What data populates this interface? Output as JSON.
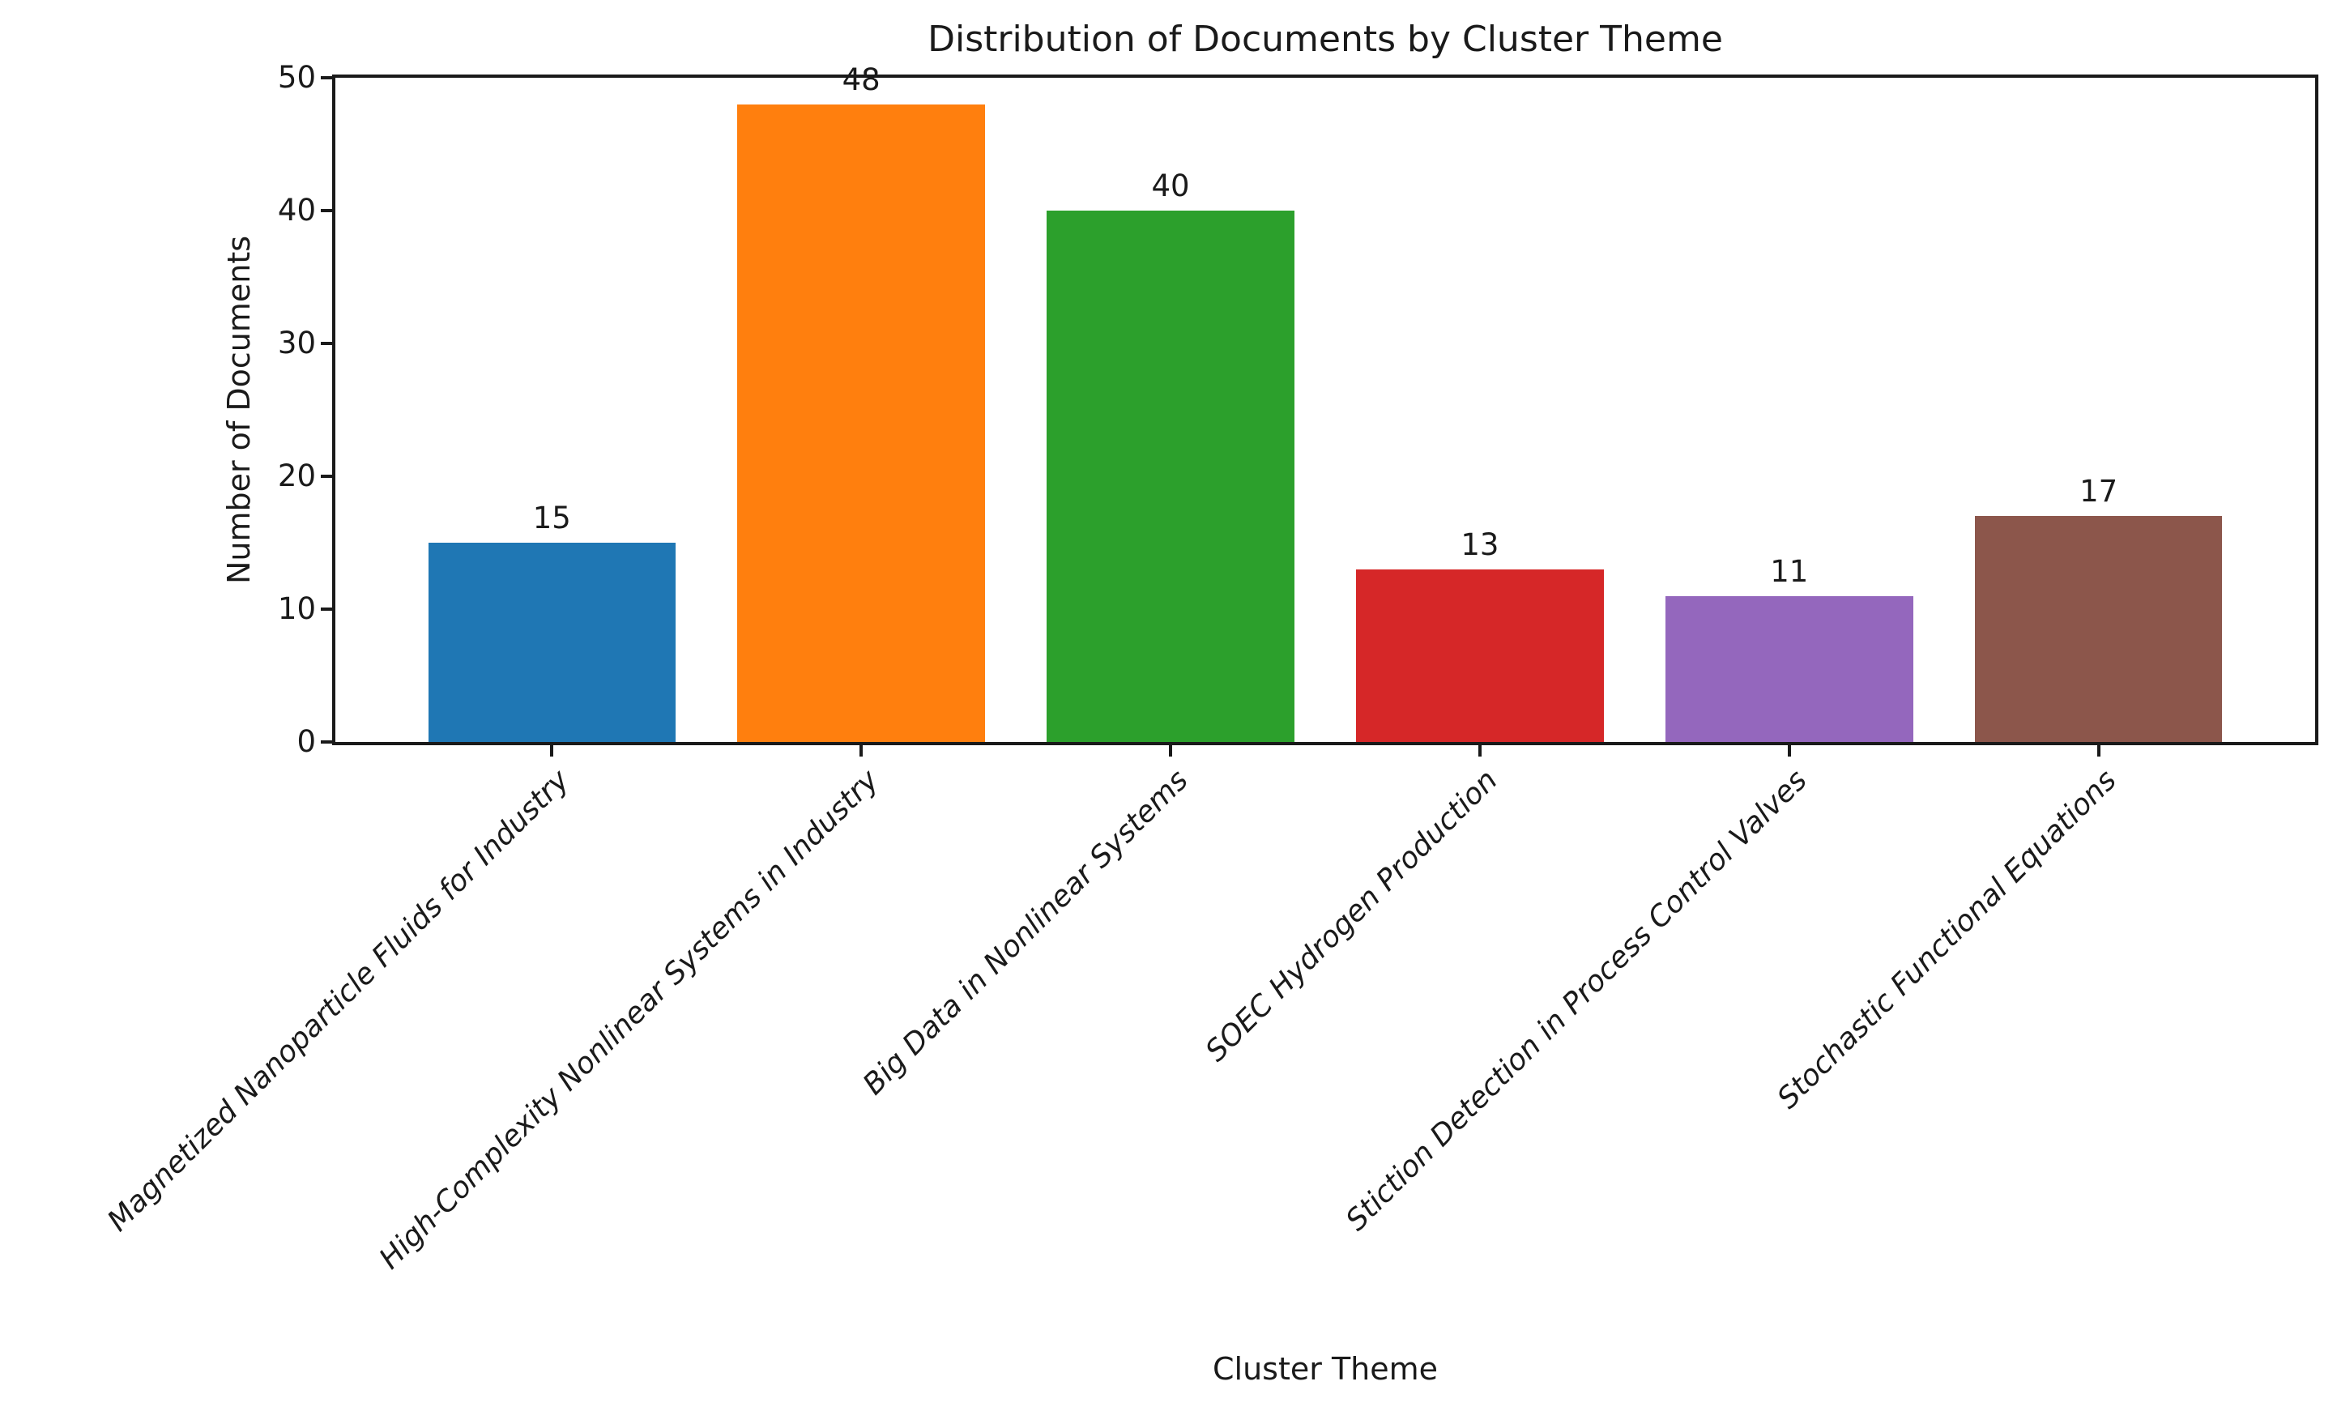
{
  "chart_data": {
    "type": "bar",
    "title": "Distribution of Documents by Cluster Theme",
    "xlabel": "Cluster Theme",
    "ylabel": "Number of Documents",
    "categories": [
      "Magnetized Nanoparticle Fluids for Industry",
      "High-Complexity Nonlinear Systems in Industry",
      "Big Data in Nonlinear Systems",
      "SOEC Hydrogen Production",
      "Stiction Detection in Process Control Valves",
      "Stochastic Functional Equations"
    ],
    "values": [
      15,
      48,
      40,
      13,
      11,
      17
    ],
    "bar_colors": [
      "#1f77b4",
      "#ff7f0e",
      "#2ca02c",
      "#d62728",
      "#9467bd",
      "#8c564b"
    ],
    "yticks": [
      0,
      10,
      20,
      30,
      40,
      50
    ],
    "ylim": [
      0,
      50
    ],
    "grid": false,
    "legend_position": "none",
    "bar_label_values": [
      "15",
      "48",
      "40",
      "13",
      "11",
      "17"
    ]
  },
  "style": {
    "background_color": "#ffffff",
    "text_color": "#1a1a1a",
    "axis_color": "#1a1a1a"
  }
}
